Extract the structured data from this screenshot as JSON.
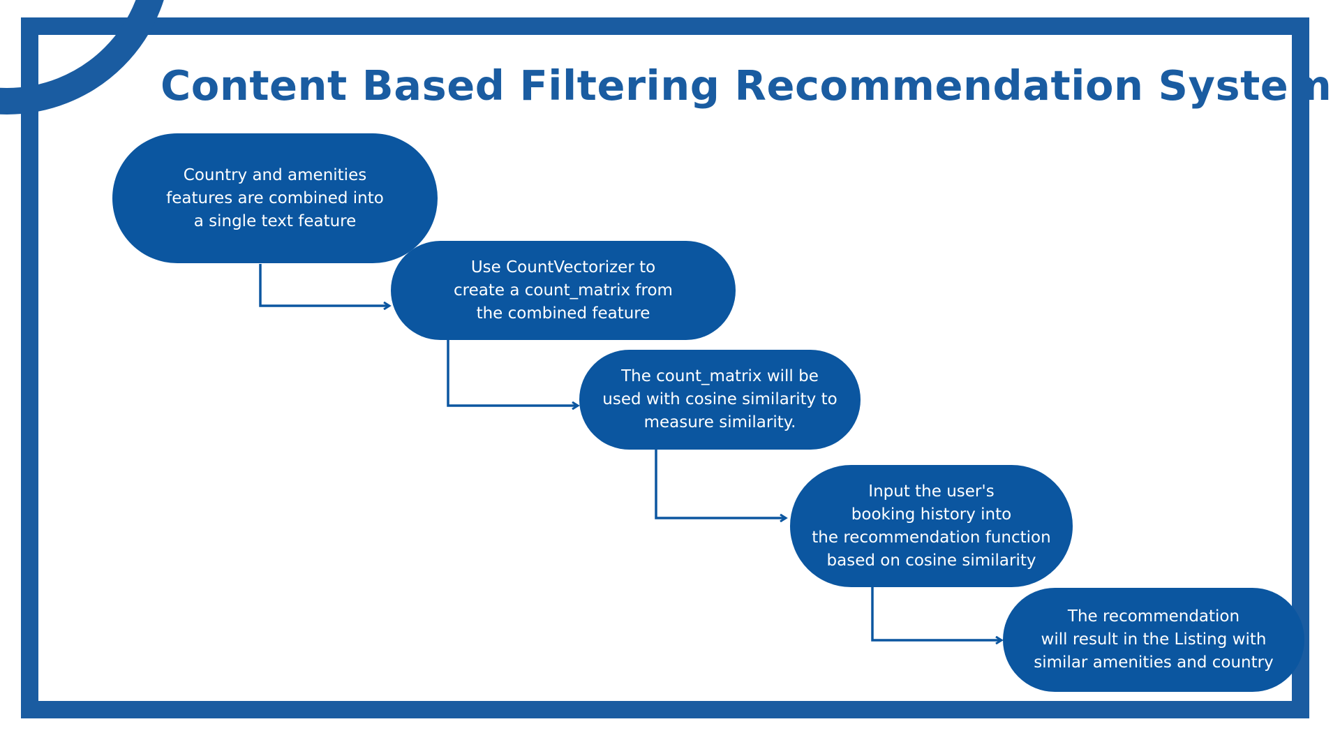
{
  "title": "Content Based Filtering Recommendation System",
  "steps": [
    {
      "text": "Country and amenities\nfeatures are combined into\na single text feature"
    },
    {
      "text": "Use CountVectorizer to\ncreate a count_matrix from\nthe combined feature"
    },
    {
      "text": "The count_matrix will be\nused with cosine similarity to\nmeasure similarity."
    },
    {
      "text": "Input the user's\nbooking history into\nthe recommendation function\nbased on cosine similarity"
    },
    {
      "text": "The recommendation\nwill result in the Listing with\nsimilar amenities and country"
    }
  ],
  "colors": {
    "primary": "#0b56a0",
    "frame": "#1a5ca1",
    "background": "#ffffff",
    "text_on_primary": "#ffffff"
  }
}
